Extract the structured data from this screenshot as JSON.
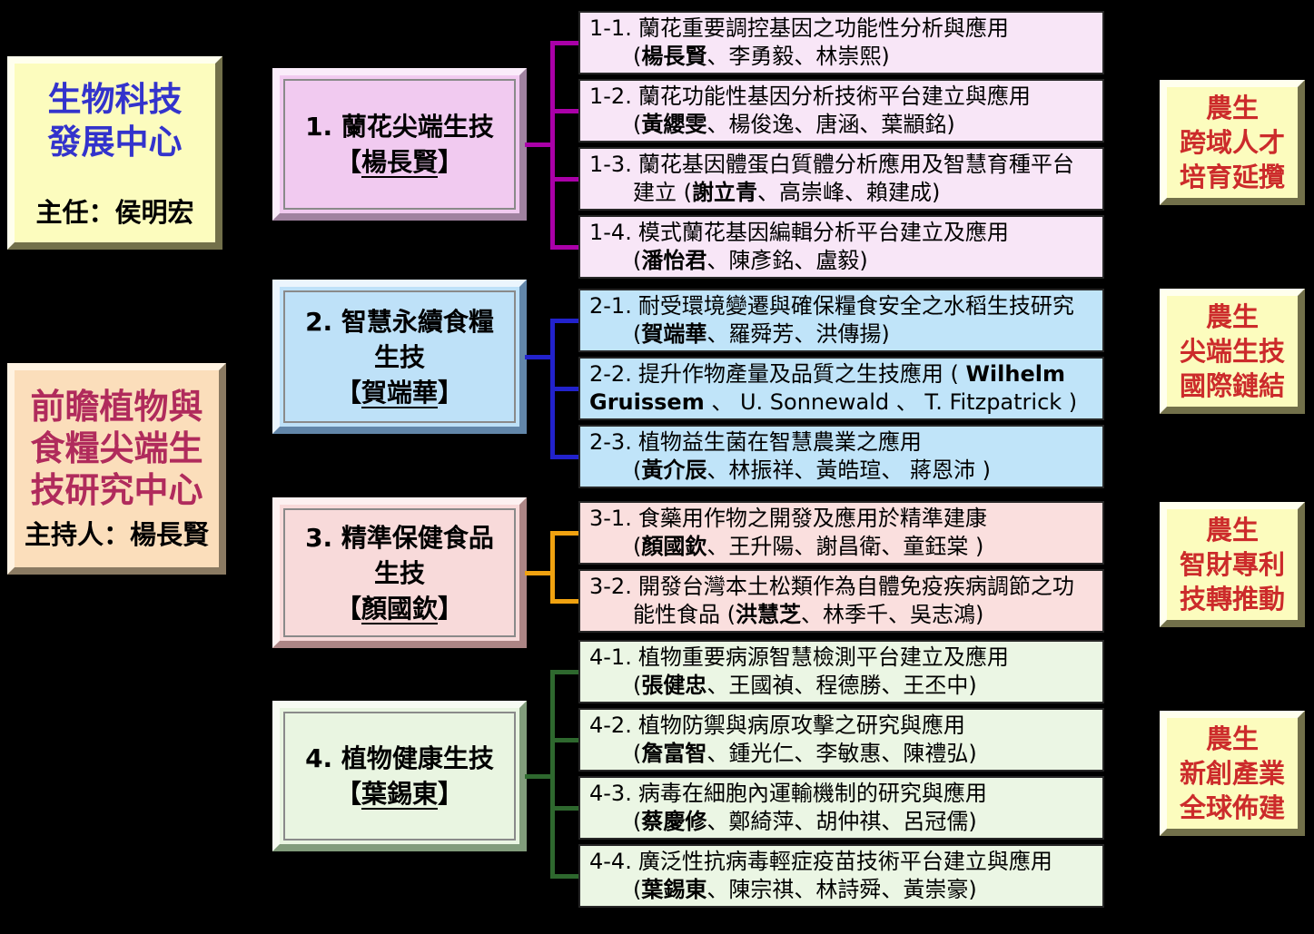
{
  "colors": {
    "background": "#000000",
    "yellow_box_fill": "#FCFCBE",
    "center_title": "#3333CC",
    "program_title": "#B02B5C",
    "program_box_fill": "#FBDEBB",
    "right_text": "#CC2B2B"
  },
  "decor": {
    "leader_open": "【",
    "leader_close": "】"
  },
  "left_column": {
    "center_box": {
      "title_lines": [
        "生物科技",
        "發展中心"
      ],
      "subtitle": "主任：侯明宏"
    },
    "program_box": {
      "title_lines": [
        "前瞻植物與",
        "食糧尖端生",
        "技研究中心"
      ],
      "subtitle": "主持人：楊長賢"
    }
  },
  "groups": [
    {
      "name": "orchid-biotech",
      "title_lines": [
        "1. 蘭花尖端生技"
      ],
      "leader": "楊長賢",
      "colors": {
        "box_fill": "#F1CAF0",
        "item_fill": "#F8E6F7",
        "connector": "#AA00A8",
        "bevel_light": "#FAECFA",
        "bevel_dark": "#A082A0"
      },
      "items": [
        {
          "num": "1-1.",
          "lines": [
            [
              {
                "t": "蘭花重要調控基因之功能性分析與應用"
              }
            ],
            [
              {
                "t": "("
              },
              {
                "t": "楊長賢",
                "b": true
              },
              {
                "t": "、李勇毅、林崇熙)"
              }
            ]
          ]
        },
        {
          "num": "1-2.",
          "lines": [
            [
              {
                "t": "蘭花功能性基因分析技術平台建立與應用"
              }
            ],
            [
              {
                "t": "("
              },
              {
                "t": "黃纓雯",
                "b": true
              },
              {
                "t": "、楊俊逸、唐涵、葉顓銘)"
              }
            ]
          ]
        },
        {
          "num": "1-3.",
          "lines": [
            [
              {
                "t": "蘭花基因體蛋白質體分析應用及智慧育種平台"
              }
            ],
            [
              {
                "t": "建立 ("
              },
              {
                "t": "謝立青",
                "b": true
              },
              {
                "t": "、高崇峰、賴建成)"
              }
            ]
          ]
        },
        {
          "num": "1-4.",
          "lines": [
            [
              {
                "t": "模式蘭花基因編輯分析平台建立及應用"
              }
            ],
            [
              {
                "t": "("
              },
              {
                "t": "潘怡君",
                "b": true
              },
              {
                "t": "、陳彥銘、盧毅)"
              }
            ]
          ]
        }
      ]
    },
    {
      "name": "smart-sustainable-food-biotech",
      "title_lines": [
        "2. 智慧永續食糧",
        "生技"
      ],
      "leader": "賀端華",
      "colors": {
        "box_fill": "#BEE1F8",
        "item_fill": "#C0E4F9",
        "connector": "#2222CC",
        "bevel_light": "#EBF5FD",
        "bevel_dark": "#6286A9"
      },
      "items": [
        {
          "num": "2-1.",
          "lines": [
            [
              {
                "t": "耐受環境變遷與確保糧食安全之水稻生技研究"
              }
            ],
            [
              {
                "t": "("
              },
              {
                "t": "賀端華",
                "b": true
              },
              {
                "t": "、羅舜芳、洪傳揚)"
              }
            ]
          ]
        },
        {
          "num": "2-2.",
          "no_hang": true,
          "lines": [
            [
              {
                "t": "提升作物產量及品質之生技應用 ( "
              },
              {
                "t": "Wilhelm",
                "b": true
              }
            ],
            [
              {
                "t": "Gruissem",
                "b": true
              },
              {
                "t": " 、 U. Sonnewald 、 T. Fitzpatrick )"
              }
            ]
          ]
        },
        {
          "num": "2-3.",
          "lines": [
            [
              {
                "t": "植物益生菌在智慧農業之應用"
              }
            ],
            [
              {
                "t": "("
              },
              {
                "t": "黃介辰",
                "b": true
              },
              {
                "t": "、林振祥、黃皓瑄、 蔣恩沛 )"
              }
            ]
          ]
        }
      ]
    },
    {
      "name": "precision-health-food-biotech",
      "title_lines": [
        "3. 精準保健食品",
        "生技"
      ],
      "leader": "顏國欽",
      "colors": {
        "box_fill": "#F8DADA",
        "item_fill": "#FADFDE",
        "connector": "#F0A210",
        "bevel_light": "#FDF1F1",
        "bevel_dark": "#AC8585"
      },
      "items": [
        {
          "num": "3-1.",
          "lines": [
            [
              {
                "t": "食藥用作物之開發及應用於精準建康"
              }
            ],
            [
              {
                "t": "("
              },
              {
                "t": "顏國欽",
                "b": true
              },
              {
                "t": "、王升陽、謝昌衛、童鈺棠 )"
              }
            ]
          ]
        },
        {
          "num": "3-2.",
          "lines": [
            [
              {
                "t": "開發台灣本土松類作為自體免疫疾病調節之功"
              }
            ],
            [
              {
                "t": "能性食品 ("
              },
              {
                "t": "洪慧芝",
                "b": true
              },
              {
                "t": "、林季千、吳志鴻)"
              }
            ]
          ]
        }
      ]
    },
    {
      "name": "plant-health-biotech",
      "title_lines": [
        "4. 植物健康生技"
      ],
      "leader": "葉錫東",
      "colors": {
        "box_fill": "#E9F5E1",
        "item_fill": "#EBF6E4",
        "connector": "#2E682E",
        "bevel_light": "#F7FBF3",
        "bevel_dark": "#819C7B"
      },
      "items": [
        {
          "num": "4-1.",
          "lines": [
            [
              {
                "t": "植物重要病源智慧檢測平台建立及應用"
              }
            ],
            [
              {
                "t": "("
              },
              {
                "t": "張健忠",
                "b": true
              },
              {
                "t": "、王國禎、程德勝、王丕中)"
              }
            ]
          ]
        },
        {
          "num": "4-2.",
          "lines": [
            [
              {
                "t": "植物防禦與病原攻擊之研究與應用"
              }
            ],
            [
              {
                "t": "("
              },
              {
                "t": "詹富智",
                "b": true
              },
              {
                "t": "、鍾光仁、李敏惠、陳禮弘)"
              }
            ]
          ]
        },
        {
          "num": "4-3.",
          "lines": [
            [
              {
                "t": "病毒在細胞內運輸機制的研究與應用"
              }
            ],
            [
              {
                "t": "("
              },
              {
                "t": "蔡慶修",
                "b": true
              },
              {
                "t": "、鄭綺萍、胡仲祺、呂冠儒)"
              }
            ]
          ]
        },
        {
          "num": "4-4.",
          "lines": [
            [
              {
                "t": "廣泛性抗病毒輕症疫苗技術平台建立與應用"
              }
            ],
            [
              {
                "t": "("
              },
              {
                "t": "葉錫東",
                "b": true
              },
              {
                "t": "、陳宗祺、林詩舜、黃崇豪)"
              }
            ]
          ]
        }
      ]
    }
  ],
  "right_column": [
    {
      "lines": [
        "農生",
        "跨域人才",
        "培育延攬"
      ]
    },
    {
      "lines": [
        "農生",
        "尖端生技",
        "國際鏈結"
      ]
    },
    {
      "lines": [
        "農生",
        "智財專利",
        "技轉推動"
      ]
    },
    {
      "lines": [
        "農生",
        "新創產業",
        "全球佈建"
      ]
    }
  ]
}
